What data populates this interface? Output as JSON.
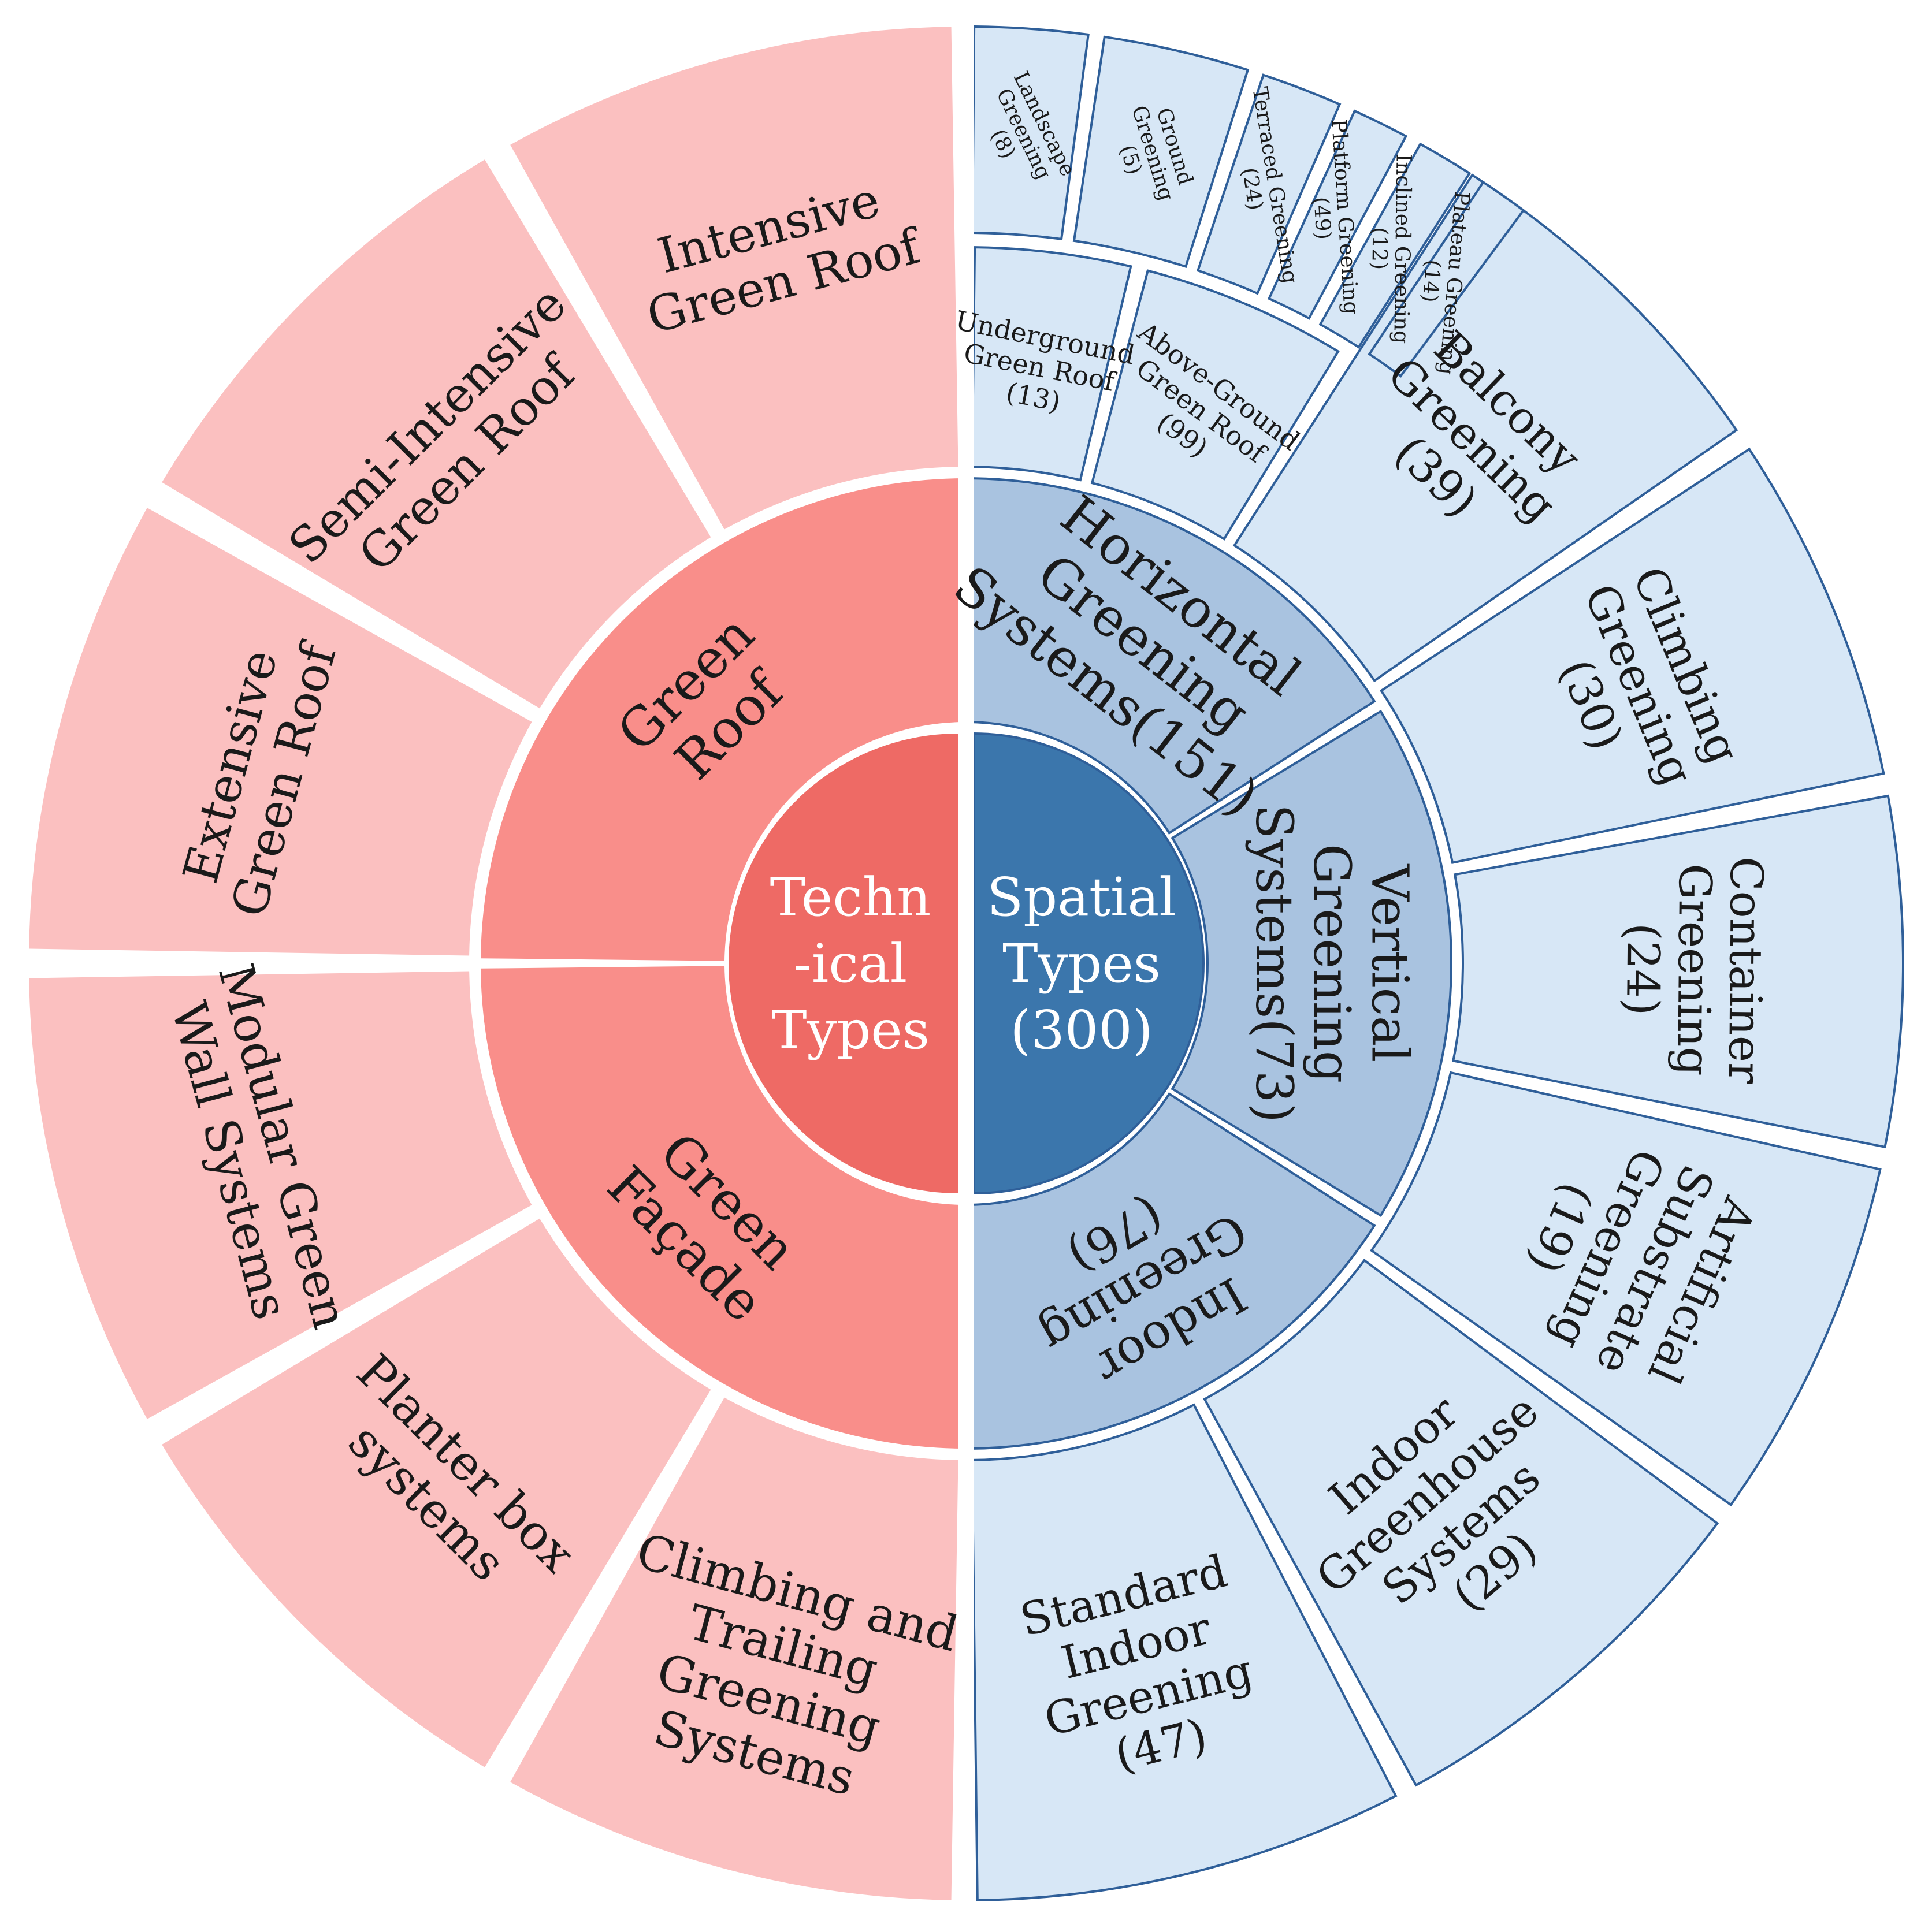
{
  "colors": {
    "left_center": "#ee6a65",
    "left_inner": "#f98e8a",
    "left_outer": "#fbc0c0",
    "right_center": "#3b76ac",
    "right_inner": "#a9c3e0",
    "right_outer": "#d7e7f6",
    "right_stroke": "#2f5f99",
    "center_text": "#ffffff",
    "text": "#1a1a1a"
  },
  "center": {
    "left": [
      "Techn",
      "-ical",
      "Types"
    ],
    "right": [
      "Spatial",
      "Types",
      "(300)"
    ]
  },
  "left_inner": [
    {
      "id": "green-roof",
      "lines": [
        "Green",
        "Roof"
      ]
    },
    {
      "id": "green-facade",
      "lines": [
        "Green",
        "Façade"
      ]
    }
  ],
  "left_outer": [
    {
      "id": "intensive-green-roof",
      "lines": [
        "Intensive",
        "Green Roof"
      ]
    },
    {
      "id": "semi-intensive-green-roof",
      "lines": [
        "Semi-Intensive",
        "Green Roof"
      ]
    },
    {
      "id": "extensive-green-roof",
      "lines": [
        "Extensive",
        "Green Roof"
      ]
    },
    {
      "id": "modular-green-wall-systems",
      "lines": [
        "Modular Green",
        "Wall Systems"
      ]
    },
    {
      "id": "planter-box-systems",
      "lines": [
        "Planter box",
        "systems"
      ]
    },
    {
      "id": "climbing-trailing-greening-systems",
      "lines": [
        "Climbing and",
        "Trailing",
        "Greening",
        "Systems"
      ]
    }
  ],
  "right_inner": [
    {
      "id": "horizontal-greening-systems",
      "lines": [
        "Horizontal",
        "Greening",
        "Systems(151)"
      ]
    },
    {
      "id": "vertical-greening-systems",
      "lines": [
        "Vertical",
        "Greening",
        "Systems(73)"
      ]
    },
    {
      "id": "indoor-greening",
      "lines": [
        "Indoor",
        "Greening",
        "(76)"
      ]
    }
  ],
  "right_outer": [
    {
      "id": "underground-green-roof",
      "lines": [
        "Underground",
        "Green Roof",
        "(13)"
      ]
    },
    {
      "id": "above-ground-green-roof",
      "lines": [
        "Above-Ground",
        "Green Roof",
        "(99)"
      ]
    },
    {
      "id": "balcony-greening",
      "lines": [
        "Balcony",
        "Greening",
        "(39)"
      ]
    },
    {
      "id": "climbing-greening",
      "lines": [
        "Climbing",
        "Greening",
        "(30)"
      ]
    },
    {
      "id": "container-greening",
      "lines": [
        "Container",
        "Greening",
        "(24)"
      ]
    },
    {
      "id": "artificial-substrate-greening",
      "lines": [
        "Artificial",
        "Substrate",
        "Greening",
        "(19)"
      ]
    },
    {
      "id": "indoor-greenhouse-systems",
      "lines": [
        "Indoor",
        "Greenhouse",
        "Systems",
        "(29)"
      ]
    },
    {
      "id": "standard-indoor-greening",
      "lines": [
        "Standard",
        "Indoor",
        "Greening",
        "(47)"
      ]
    }
  ],
  "right_rim": [
    {
      "id": "landscape-greening",
      "lines": [
        "Landscape",
        "Greening",
        "(8)"
      ]
    },
    {
      "id": "ground-greening",
      "lines": [
        "Ground",
        "Greening",
        "(5)"
      ]
    },
    {
      "id": "terraced-greening",
      "lines": [
        "Terraced Greening",
        "(24)"
      ]
    },
    {
      "id": "platform-greening",
      "lines": [
        "Platform Greening",
        "(49)"
      ]
    },
    {
      "id": "inclined-greening",
      "lines": [
        "Inclined Greening",
        "(12)"
      ]
    },
    {
      "id": "plateau-greening",
      "lines": [
        "Plateau Greening",
        "(14)"
      ]
    }
  ]
}
